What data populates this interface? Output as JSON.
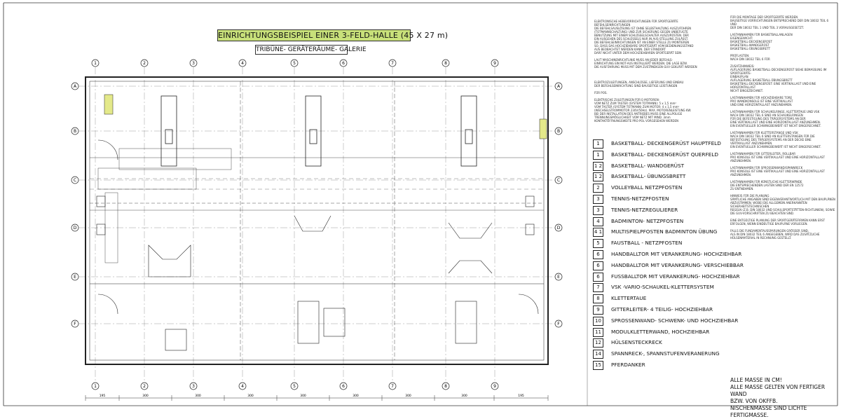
{
  "drawing": {
    "title": "EINRICHTUNGSBEISPIEL EINER 3-FELD-HALLE (45 X 27 m)",
    "subtitle": "TRIBÜNE- GERÄTERÄUME- GALERIE",
    "column_axes": [
      "1",
      "2",
      "3",
      "4",
      "5",
      "6",
      "7",
      "8",
      "9"
    ],
    "row_axes": [
      "A",
      "B",
      "C",
      "D",
      "E",
      "F"
    ],
    "bottom_dims": [
      "195",
      "300",
      "300",
      "300",
      "300",
      "300",
      "300",
      "300",
      "195"
    ]
  },
  "legend": [
    {
      "sym": "1",
      "label": "BASKETBALL- DECKENGERÜST HAUPTFELD"
    },
    {
      "sym": "1",
      "label": "BASKETBALL- DECKENGERÜST QUERFELD"
    },
    {
      "sym": "1 2",
      "label": "BASKETBALL- WANDGERÜST"
    },
    {
      "sym": "1 2",
      "label": "BASKETBALL- ÜBUNGSBRETT"
    },
    {
      "sym": "2",
      "label": "VOLLEYBALL NETZPFOSTEN"
    },
    {
      "sym": "3",
      "label": "TENNIS-NETZPFOSTEN"
    },
    {
      "sym": "3",
      "label": "TENNIS-NETZREGULIERER"
    },
    {
      "sym": "4",
      "label": "BADMINTON- NETZPFOSTEN"
    },
    {
      "sym": "4 1",
      "label": "MULTISPIELPFOSTEN BADMINTON ÜBUNG"
    },
    {
      "sym": "5",
      "label": "FAUSTBALL - NETZPFOSTEN"
    },
    {
      "sym": "6",
      "label": "HANDBALLTOR MIT VERANKERUNG- HOCHZIEHBAR"
    },
    {
      "sym": "6",
      "label": "HANDBALLTOR MIT VERANKERUNG- VERSCHIEBBAR"
    },
    {
      "sym": "6",
      "label": "FUSSBALLTOR MIT VERANKERUNG- HOCHZIEHBAR"
    },
    {
      "sym": "7",
      "label": "VSK -VARIO-SCHAUKEL-KLETTERSYSTEM"
    },
    {
      "sym": "8",
      "label": "KLETTERTAUE"
    },
    {
      "sym": "9",
      "label": "GITTERLEITER- 4 TEILIG- HOCHZIEHBAR"
    },
    {
      "sym": "10",
      "label": "SPROSSENWAND- SCHWENK- UND HOCHZIEHBAR"
    },
    {
      "sym": "11",
      "label": "MODULKLETTERWAND, HOCHZIEHBAR"
    },
    {
      "sym": "12",
      "label": "HÜLSENSTECKRECK"
    },
    {
      "sym": "14",
      "label": "SPANNRECK-, SPANNSTUFENVERANERUNG"
    },
    {
      "sym": "15",
      "label": "PFERDANKER"
    }
  ],
  "notes": {
    "block1": "ELEKTRONISCHE HEBEVORRICHTUNGEN FÜR SPORTGERÄTE\nBEFEHLSEINRICHTUNGEN\nDIE BEFEHLSAUSLÖSUNG IST OHNE SELBSTHALTUNG AUSZUFÜHREN\n(TOTMANNSCHALTUNG) UND ZUR SICHERUNG GEGEN UNBEFUGTE\nBENUTZUNG MIT EINEM SCHLÜSSELSCHALTER AUSZURÜSTEN. DER\nEIN AUSGEHEN DES SCHLÜSSELS NUR IN AUS-STELLUNG ZULÄSST.\nDIE BEFEHLSEINRICHTUNGEN IST AN EINER STELLE ZU MONTIEREN\nSO, DASS DAS HOCHZIEHBARE SPORTGERÄT VOM BEDIENUNGSSTAND\nAUS BEOBACHTET WERDEN KANN. DER STANDORT\nDARF NICHT UNTER DEM HOCHZIEHBAREN SPORTGERÄT SEIN\n\nLAUT MASCHINENRICHTLINIE MUSS AN JEDER BEFEHLS-\nEINRICHTUNG EIN NOT-AUS INSTALLIERT WERDEN. DIE LAGE BZW.\nDIE AUSFÜHRUNG MUSS MIT DEM ZUSTÄNDIGEN GUV GEKLÄRT WERDEN",
    "block2": "ELEKTROZULEITUNGEN, ANSCHLÜSSE, LIEFERUNG UND EINBAU\nDER BEFEHLSEINRICHTUNG SIND BAUSEITIGE LEISTUNGEN\n\nFÜR POS.\n\nELEKTRISCHE ZULEITUNGEN FÜR E-MOTOREN:\nVOM NETZ ZUM TASTER (SYSTEM TOTMANN): 5 x 1,5 mm²\nVOM TASTER (SYSTEM TOTMANN) ZUM MOTOR: 4 x 1,5 mm²\n(WECHSELSTROMMOTOR 230V/50Hz). MAX. MOTORENLEISTUNG KW:\nBEI DER INSTALLATION DES ANTRIEBES MUSS EINE ALLPOLIGE\nTRENNUNGSMÖGLICHKEIT VOM NETZ MIT MIND. 3mm\nKONTAKTÖFFNUNGSWEITE PRO POL VORGESEHEN WERDEN",
    "block3": "FÜR DIE MONTAGE DER SPORTGERÄTE WERDEN\nBAUSEITIGE VORRICHTUNGEN ENTSPRECHEND DER DIN 18032 TEIL 6 UND\nDER DIN 18032 TEIL 1 UND TEIL 3 VORAUSGESETZT.\n\nLASTANNAHMEN FÜR BASKETBALLANLAGEN\nEIGENGEWICHT:\nBASKETBALL-DECKENGERÜST\nBASKETBALL-WANDGERÜST\nBASKETBALL-ÜBUNGSBRETT\n\nPRÜFLASTEN:\nNACH DIN 18032 TEIL 6 FÜR\n\nZUSATZHINWEIS:\nAUFLAGERUNG BASKETBALL-DECKENGERÜST SIEHE BEMASSUNG IM SPORTGERÄTE-\nEINBAUPLAN\nAUFLAGERUNG BASKETBALL-ÜBUNGSBRETT\nBASKETBALL-DECKENGERÜST: EINE VERTIKALLAST UND EINE HORIZONTALLAST\nNICHT EINGEZEICHNET.\n\nLASTANNAHMEN FÜR HOCHZIEHBARE TORE\nPRO WANDKONSOLE IST EINE VERTIKALLAST\nUND EINE HORIZONTALLAST ANZUNEHMEN.\n\nLASTANNAHMEN FÜR SCHAUKELRINGE, KLETTERTAUE UND VSK\nNACH DIN 18032 TEIL 6 SIND AN SCHAUKELRINGEN\nFÜR DIE BEFESTIGUNG DES TRÄGERSYSTEMS AN DER\nEINE VERTIKALLAST UND EINE HORIZONTALLAST ANZUNEHMEN.\nEIN EVENTUELLER SCHWINGBEIWERT IST NICHT EINGERECHNET.\n\nLASTANNAHMEN FÜR KLETTERSTANGE UND VSK\nNACH DIN 18032 TEIL 6 SIND AN KLETTERSTANGEN FÜR DIE\nBEFESTIGUNG DES TRÄGERSYSTEMS AN DER DECKE EINE\nVERTIKALLAST ANZUNEHMEN.\nEIN EVENTUELLER SCHWINGBEIWERT IST NICHT EINGERECHNET.\n\nLASTANNAHMEN FÜR GITTERLEITER, ROLLBAR\nPRO KONSOLE IST EINE VERTIKALLAST UND EINE HORIZONTALLAST\nANZUNEHMEN.\n\nLASTANNAHMEN FÜR SPROSSENWAND/SPANNRECK\nPRO KONSOLE IST EINE VERTIKALLAST UND EINE HORIZONTALLAST\nANZUNEHMEN.\n\nLASTANNAHMEN FÜR KÜNSTLICHE KLETTERWÄNDE\nDIE ENTSPRECHENDEN LASTEN SIND DER EN 12572\nZU ENTNEHMEN.\n\nHINWEIS FÜR DIE PLANUNG\nSÄMTLICHE ANGABEN SIND EIGENVERANTWORTLICH MIT DEN BAUPLÄNEN\nABZUSTIMMEN. WOBEI DIE ALLGEMEIN ANERKANNTEN SICHERHEITSTECHNISCHEN\nREGELN (Z.B. DIN 18032 UND SCHULSPORTSTÄTTEN-RICHTLINIEN), SOWIE\nDIE GUV-VORSCHRIFTEN ZU BEACHTEN SIND.\n\nEINE ENTGÜLTIGE PLANUNG DER SPORTGERÄTEFIRMEN KANN ERST\nERFOLGEN, WENN EINDEUTIGE BAUPLÄNE VORLIEGEN.\n\nFALLS DIE FUNDAMENTAUSSPARUNGEN GRÖSSER SIND,\nALS IN DIN 18032 TEIL 6 ANGEGEBEN, WIRD DAS ZUSÄTZLICHE\nHÜLSENMATERIAL IN RECHNUNG GESTELLT."
  },
  "masse": "ALLE MASSE IN CM!\nALLE MASSE GELTEN VON FERTIGER WAND\nBZW. VON OKFFB.\nNISCHENMASSE SIND LICHTE FERTIGMASSE."
}
